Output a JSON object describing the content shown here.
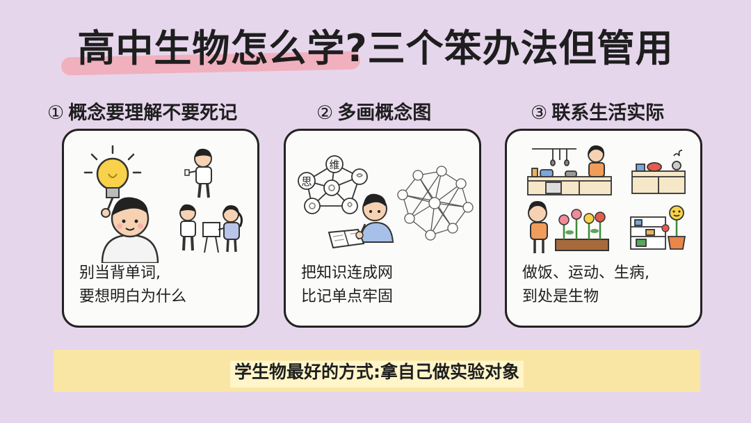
{
  "title": "高中生物怎么学?三个笨办法但管用",
  "columns": [
    {
      "num": "①",
      "heading": "概念要理解不要死记",
      "text_line1": "别当背单词,",
      "text_line2": "要想明白为什么"
    },
    {
      "num": "②",
      "heading": "多画概念图",
      "text_line1": "把知识连成网",
      "text_line2": "比记单点牢固",
      "map_nodes": [
        "维",
        "思"
      ]
    },
    {
      "num": "③",
      "heading": "联系生活实际",
      "text_line1": "做饭、运动、生病,",
      "text_line2": "到处是生物"
    }
  ],
  "bottom": "学生物最好的方式:拿自己做实验对象",
  "colors": {
    "background": "#e6d6ec",
    "highlight": "#f2a9b6",
    "banner": "#fae6a4",
    "bulb": "#f7d24a"
  }
}
